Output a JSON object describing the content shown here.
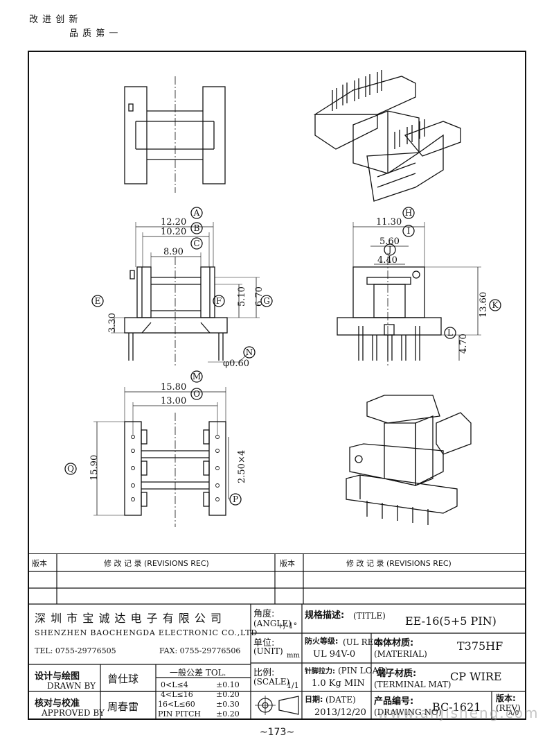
{
  "slogan": {
    "line1": "改 进 创 新",
    "line2": "品 质 第 一"
  },
  "dims": {
    "top_l1": "12.20",
    "top_l2": "10.20",
    "top_l3": "8.90",
    "side_v1": "5.10",
    "side_v2": "6.70",
    "side_v3": "3.30",
    "pin_dia": "φ0.60",
    "right_h1": "11.30",
    "right_h2": "5.60",
    "right_h3": "4.40",
    "right_v1": "13.60",
    "right_v2": "4.70",
    "bot_h1": "15.80",
    "bot_h2": "13.00",
    "bot_v1": "15.90",
    "pitch": "2.50×4"
  },
  "markers": [
    "A",
    "B",
    "C",
    "E",
    "F",
    "G",
    "N",
    "H",
    "I",
    "J",
    "K",
    "L",
    "M",
    "O",
    "Q",
    "P"
  ],
  "revisions": {
    "label": "版本",
    "title": "修 改 记 录 (REVISIONS REC)"
  },
  "company": {
    "name_cn": "深 圳 市 宝 诚 达 电 子 有 限 公 司",
    "name_en": "SHENZHEN BAOCHENGDA ELECTRONIC CO.,LTD",
    "tel": "TEL: 0755-29776505",
    "fax": "FAX: 0755-29776506"
  },
  "title_block": {
    "angle_label": "角度:",
    "angle_sub": "(ANGLE)",
    "angle_val": "+/-1°",
    "unit_label": "单位:",
    "unit_sub": "(UNIT)",
    "unit_val": "mm",
    "scale_label": "比例:",
    "scale_sub": "(SCALE)",
    "scale_val": "1/1",
    "title_label": "规格描述:",
    "title_sub": "(TITLE)",
    "title_val": "EE-16(5+5 PIN)",
    "ul_label": "防火等级:",
    "ul_sub": "(UL REC)",
    "ul_val": "UL 94V-0",
    "material_label": "本体材质:",
    "material_sub": "(MATERIAL)",
    "material_val": "T375HF",
    "pinload_label": "针脚拉力:",
    "pinload_sub": "(PIN LOAD)",
    "pinload_val": "1.0 Kg MIN",
    "terminal_label": "端子材质:",
    "terminal_sub": "(TERMINAL MAT)",
    "terminal_val": "CP WIRE",
    "date_label": "日期:",
    "date_sub": "(DATE)",
    "date_val": "2013/12/20",
    "drawing_label": "产品编号:",
    "drawing_sub": "(DRAWING NO)",
    "drawing_val": "BC-1621",
    "rev_label": "版本:",
    "rev_sub": "(REV)",
    "rev_val": "A/0",
    "drawn_label": "设计与绘图",
    "drawn_sub": "DRAWN BY",
    "drawn_val": "曾仕球",
    "approved_label": "核对与校准",
    "approved_sub": "APPROVED BY",
    "approved_val": "周春雷",
    "tol_title": "一般公差 TOL.",
    "tol_rows": [
      [
        "0<L≤4",
        "±0.10"
      ],
      [
        "4<L≤16",
        "±0.20"
      ],
      [
        "16<L≤60",
        "±0.30"
      ],
      [
        "PIN PITCH",
        "±0.20"
      ]
    ]
  },
  "page_number": "~173~",
  "watermark": "www.anjisheng.com"
}
